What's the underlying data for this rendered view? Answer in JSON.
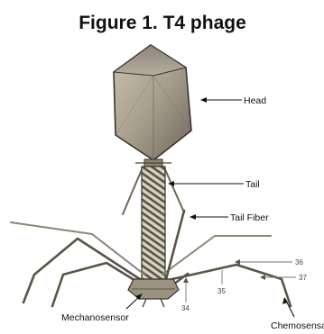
{
  "figure": {
    "title": "Figure 1. T4 phage",
    "labels": {
      "head": "Head",
      "tail": "Tail",
      "tail_fiber": "Tail Fiber",
      "mechanosensor": "Mechanosensor",
      "chemosensor": "Chemosensa"
    },
    "numbers": {
      "n36": "36",
      "n37": "37",
      "n35": "35",
      "n34": "34"
    }
  }
}
